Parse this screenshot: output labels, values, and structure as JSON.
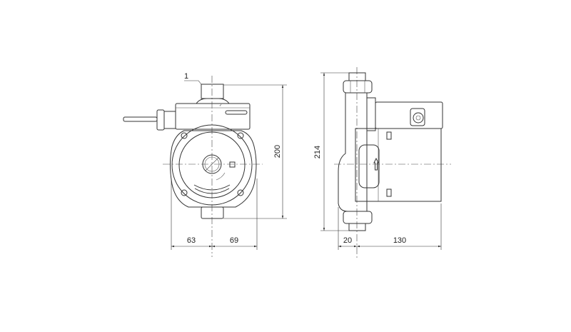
{
  "front_view": {
    "callout": "1",
    "dimensions": {
      "height": "200",
      "left_width": "63",
      "right_width": "69"
    }
  },
  "side_view": {
    "dimensions": {
      "height": "214",
      "pipe_offset": "20",
      "depth": "130"
    }
  }
}
